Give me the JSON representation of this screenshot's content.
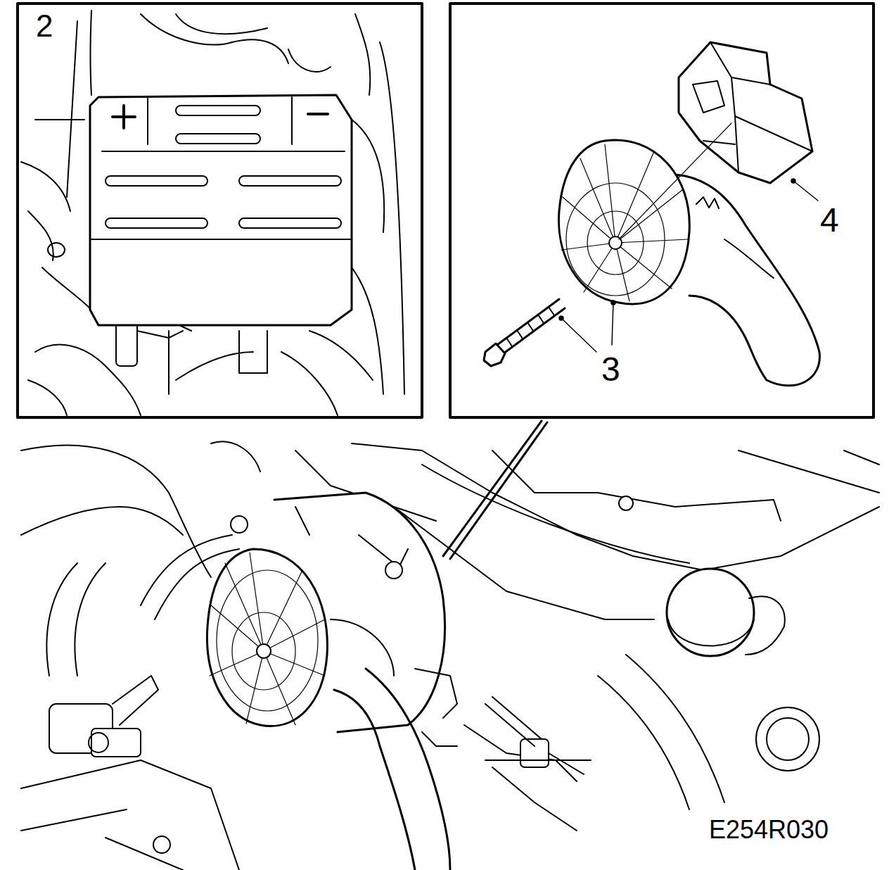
{
  "diagram": {
    "labels": [
      "2",
      "4",
      "3",
      "E254R030"
    ]
  }
}
